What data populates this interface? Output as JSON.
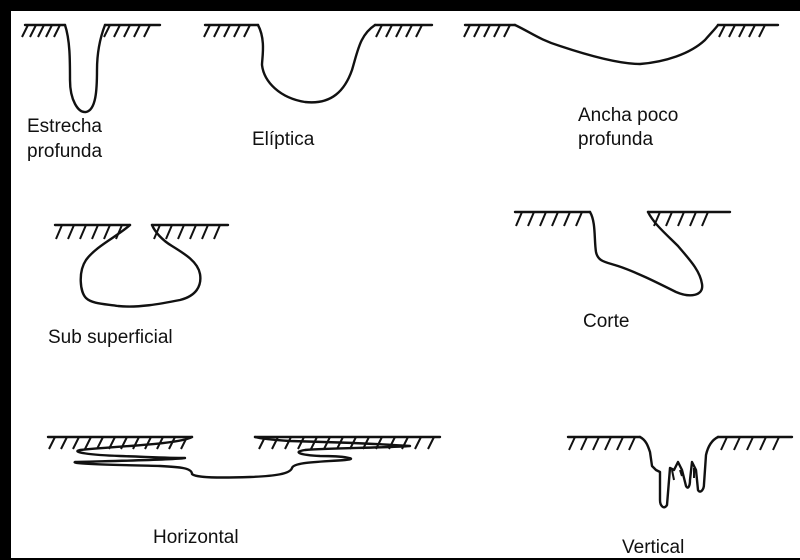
{
  "diagram": {
    "labels": {
      "estrecha_1": "Estrecha",
      "estrecha_2": "profunda",
      "eliptica": "Elíptica",
      "ancha_1": "Ancha poco",
      "ancha_2": "profunda",
      "sub": "Sub superficial",
      "corte": "Corte",
      "horizontal": "Horizontal",
      "vertical": "Vertical"
    }
  }
}
